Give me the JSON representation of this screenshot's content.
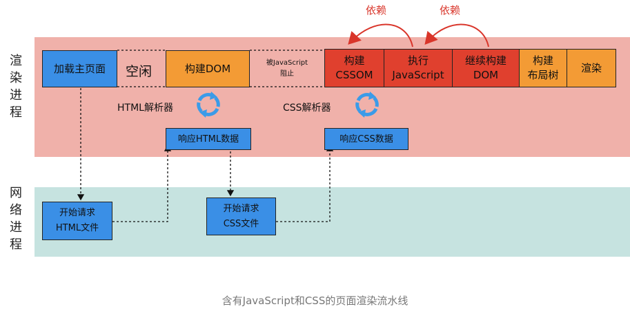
{
  "processes": {
    "render": "渲染进程",
    "network": "网络进程"
  },
  "render_steps": {
    "load_page": "加载主页面",
    "idle": "空闲",
    "build_dom": "构建DOM",
    "blocked": "被JavaScript\n阻止",
    "build_cssom": "构建\nCSSOM",
    "exec_js": "执行\nJavaScript",
    "continue_dom": "继续构建\nDOM",
    "build_layout": "构建\n布局树",
    "paint": "渲染"
  },
  "parsers": {
    "html": "HTML解析器",
    "css": "CSS解析器"
  },
  "responses": {
    "html": "响应HTML数据",
    "css": "响应CSS数据"
  },
  "network_steps": {
    "req_html": "开始请求\nHTML文件",
    "req_css": "开始请求\nCSS文件"
  },
  "dependencies": [
    "依赖",
    "依赖"
  ],
  "caption": "含有JavaScript和CSS的页面渲染流水线",
  "colors": {
    "render_band": "#f0b1aa",
    "network_band": "#c6e3e0",
    "blue": "#3a8fe6",
    "orange": "#f39b35",
    "red": "#e0402e",
    "arrow_red": "#d9352a",
    "cycle_blue": "#3b9be8"
  },
  "icons": [
    "refresh-cycle-icon",
    "refresh-cycle-icon"
  ]
}
